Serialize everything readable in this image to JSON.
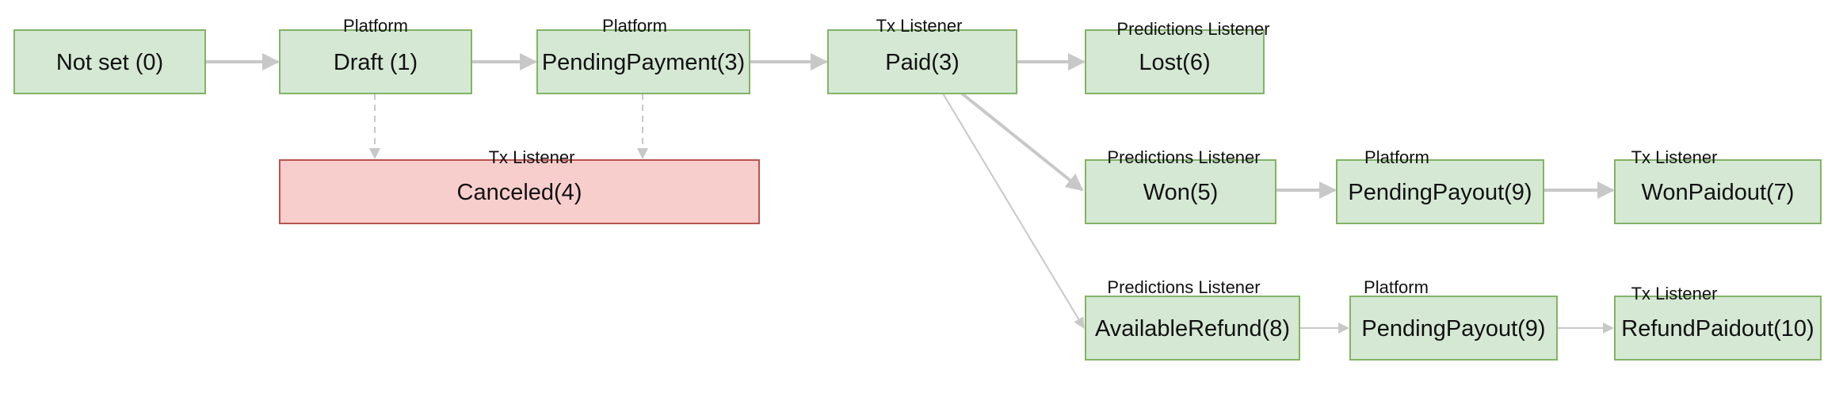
{
  "colors": {
    "node_fill": "#d5e8d4",
    "node_stroke": "#82b366",
    "canceled_fill": "#f8cecc",
    "canceled_stroke": "#b85450",
    "edge": "#c8c8c8"
  },
  "nodes": [
    {
      "id": "not-set",
      "label": "Not set (0)",
      "actor": ""
    },
    {
      "id": "draft",
      "label": "Draft (1)",
      "actor": "Platform"
    },
    {
      "id": "pending-payment",
      "label": "PendingPayment(3)",
      "actor": "Platform"
    },
    {
      "id": "paid",
      "label": "Paid(3)",
      "actor": "Tx Listener"
    },
    {
      "id": "lost",
      "label": "Lost(6)",
      "actor": "Predictions Listener"
    },
    {
      "id": "canceled",
      "label": "Canceled(4)",
      "actor": "Tx Listener",
      "status": "error"
    },
    {
      "id": "won",
      "label": "Won(5)",
      "actor": "Predictions Listener"
    },
    {
      "id": "pending-payout-won",
      "label": "PendingPayout(9)",
      "actor": "Platform"
    },
    {
      "id": "won-paidout",
      "label": "WonPaidout(7)",
      "actor": "Tx Listener"
    },
    {
      "id": "available-refund",
      "label": "AvailableRefund(8)",
      "actor": "Predictions Listener"
    },
    {
      "id": "pending-payout-refund",
      "label": "PendingPayout(9)",
      "actor": "Platform"
    },
    {
      "id": "refund-paidout",
      "label": "RefundPaidout(10)",
      "actor": "Tx Listener"
    }
  ],
  "edges": [
    {
      "from": "not-set",
      "to": "draft",
      "style": "solid"
    },
    {
      "from": "draft",
      "to": "pending-payment",
      "style": "solid"
    },
    {
      "from": "pending-payment",
      "to": "paid",
      "style": "solid"
    },
    {
      "from": "paid",
      "to": "lost",
      "style": "solid"
    },
    {
      "from": "draft",
      "to": "canceled",
      "style": "dashed"
    },
    {
      "from": "pending-payment",
      "to": "canceled",
      "style": "dashed"
    },
    {
      "from": "paid",
      "to": "won",
      "style": "solid"
    },
    {
      "from": "won",
      "to": "pending-payout-won",
      "style": "solid"
    },
    {
      "from": "pending-payout-won",
      "to": "won-paidout",
      "style": "solid"
    },
    {
      "from": "paid",
      "to": "available-refund",
      "style": "thin"
    },
    {
      "from": "available-refund",
      "to": "pending-payout-refund",
      "style": "thin"
    },
    {
      "from": "pending-payout-refund",
      "to": "refund-paidout",
      "style": "thin"
    }
  ]
}
